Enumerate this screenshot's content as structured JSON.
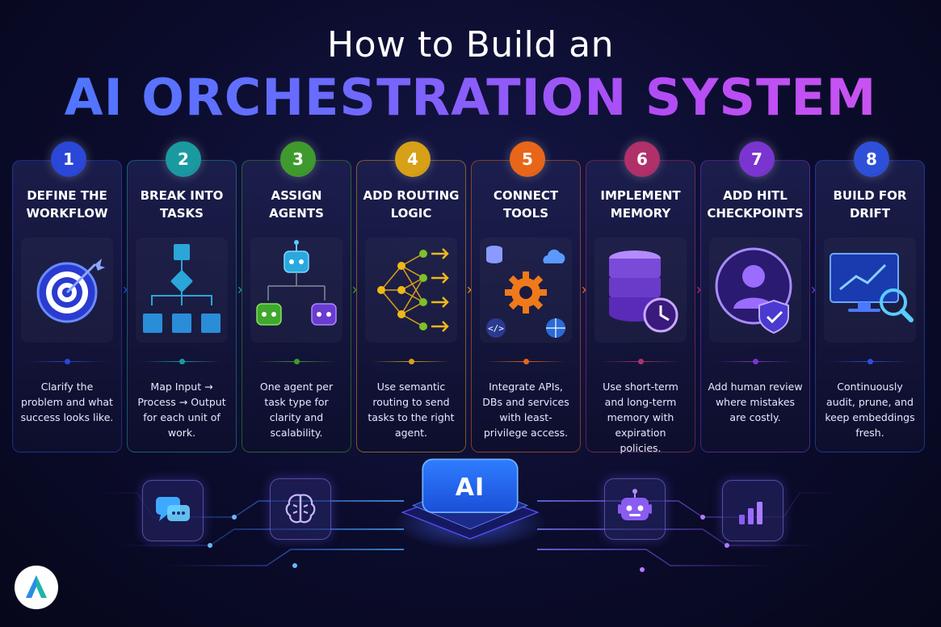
{
  "header": {
    "title_top": "How to Build an",
    "title_main": "AI ORCHESTRATION SYSTEM"
  },
  "steps": [
    {
      "number": "1",
      "title": "DEFINE THE\nWORKFLOW",
      "description": "Clarify the problem and what success looks like.",
      "color": "#2a47d8",
      "icon": "target-icon"
    },
    {
      "number": "2",
      "title": "BREAK INTO\nTASKS",
      "description": "Map Input → Process → Output for each unit of work.",
      "color": "#1a9aa0",
      "icon": "flowchart-icon"
    },
    {
      "number": "3",
      "title": "ASSIGN\nAGENTS",
      "description": "One agent per task type for clarity and scalability.",
      "color": "#3f9a2e",
      "icon": "robot-icon"
    },
    {
      "number": "4",
      "title": "ADD ROUTING\nLOGIC",
      "description": "Use semantic routing to send tasks to the right agent.",
      "color": "#d8a017",
      "icon": "network-icon"
    },
    {
      "number": "5",
      "title": "CONNECT\nTOOLS",
      "description": "Integrate APIs, DBs and services with least-privilege access.",
      "color": "#e8661a",
      "icon": "gear-icon"
    },
    {
      "number": "6",
      "title": "IMPLEMENT\nMEMORY",
      "description": "Use short-term and long-term memory with expiration policies.",
      "color": "#b0306a",
      "icon": "database-icon"
    },
    {
      "number": "7",
      "title": "ADD HITL\nCHECKPOINTS",
      "description": "Add human review where mistakes are costly.",
      "color": "#7a35d0",
      "icon": "user-shield-icon"
    },
    {
      "number": "8",
      "title": "BUILD FOR\nDRIFT",
      "description": "Continuously audit, prune, and keep embeddings fresh.",
      "color": "#2e4fd8",
      "icon": "monitor-chart-icon"
    }
  ],
  "bottom": {
    "chip_label": "AI",
    "icons": [
      "chat-icon",
      "brain-icon",
      "robot-icon",
      "bar-chart-icon"
    ]
  }
}
